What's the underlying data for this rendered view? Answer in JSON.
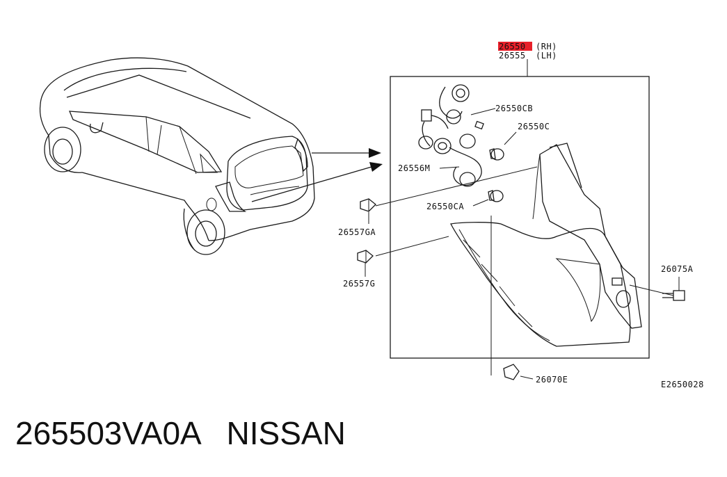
{
  "diagram": {
    "header_labels": [
      {
        "part": "26550",
        "side": "(RH)",
        "highlight": true,
        "highlight_color": "#e8202a"
      },
      {
        "part": "26555",
        "side": "(LH)",
        "highlight": false
      }
    ],
    "part_labels": {
      "socket_cb": "26550CB",
      "bulb_c": "26550C",
      "harness": "26556M",
      "bulb_ca": "26550CA",
      "clip_ga": "26557GA",
      "clip_g": "26557G",
      "bolt": "26075A",
      "screw": "26070E"
    },
    "diagram_code": "E2650028"
  },
  "caption": {
    "part_number": "265503VA0A",
    "brand": "NISSAN"
  }
}
